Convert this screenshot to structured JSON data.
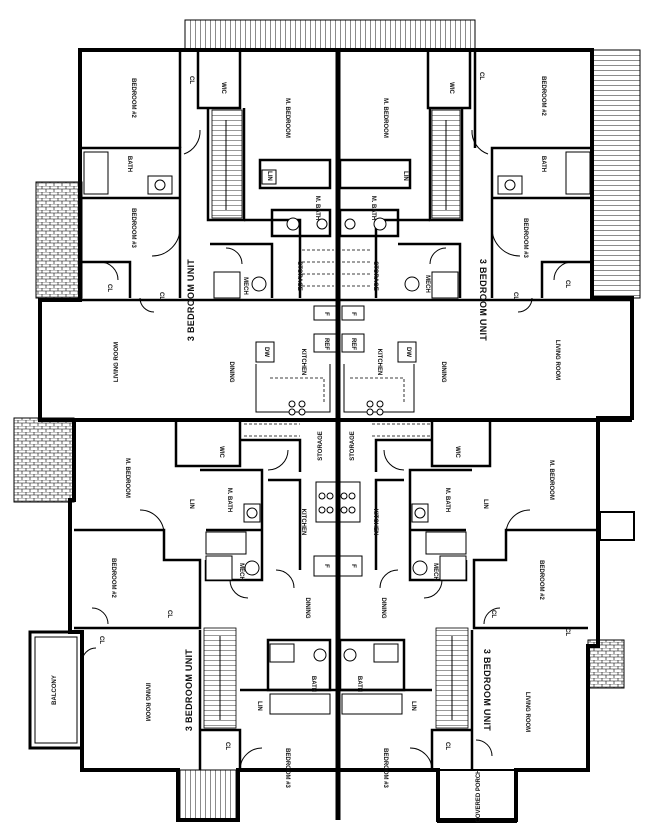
{
  "units": {
    "top_left_label": "3 BEDROOM UNIT",
    "top_right_label": "3 BEDROOM UNIT",
    "bottom_left_label": "3 BEDROOM UNIT",
    "bottom_right_label": "3 BEDROOM UNIT"
  },
  "rooms": {
    "bedroom2": "BEDROOM #2",
    "bedroom3": "BEDROOM #3",
    "mbedroom": "M. BEDROOM",
    "bath": "BATH",
    "mbath": "M. BATH",
    "wic": "WIC",
    "cl": "CL",
    "lin": "LIN",
    "mech": "MECH",
    "storage": "STORAGE",
    "kitchen": "KITCHEN",
    "dining": "DINING",
    "living": "LIVING ROOM",
    "living_lower": "IIVING ROOM",
    "balcony": "BALCONY",
    "covered_porch": "COVERED PORCH",
    "dw": "DW",
    "ref": "REF",
    "f": "F"
  }
}
